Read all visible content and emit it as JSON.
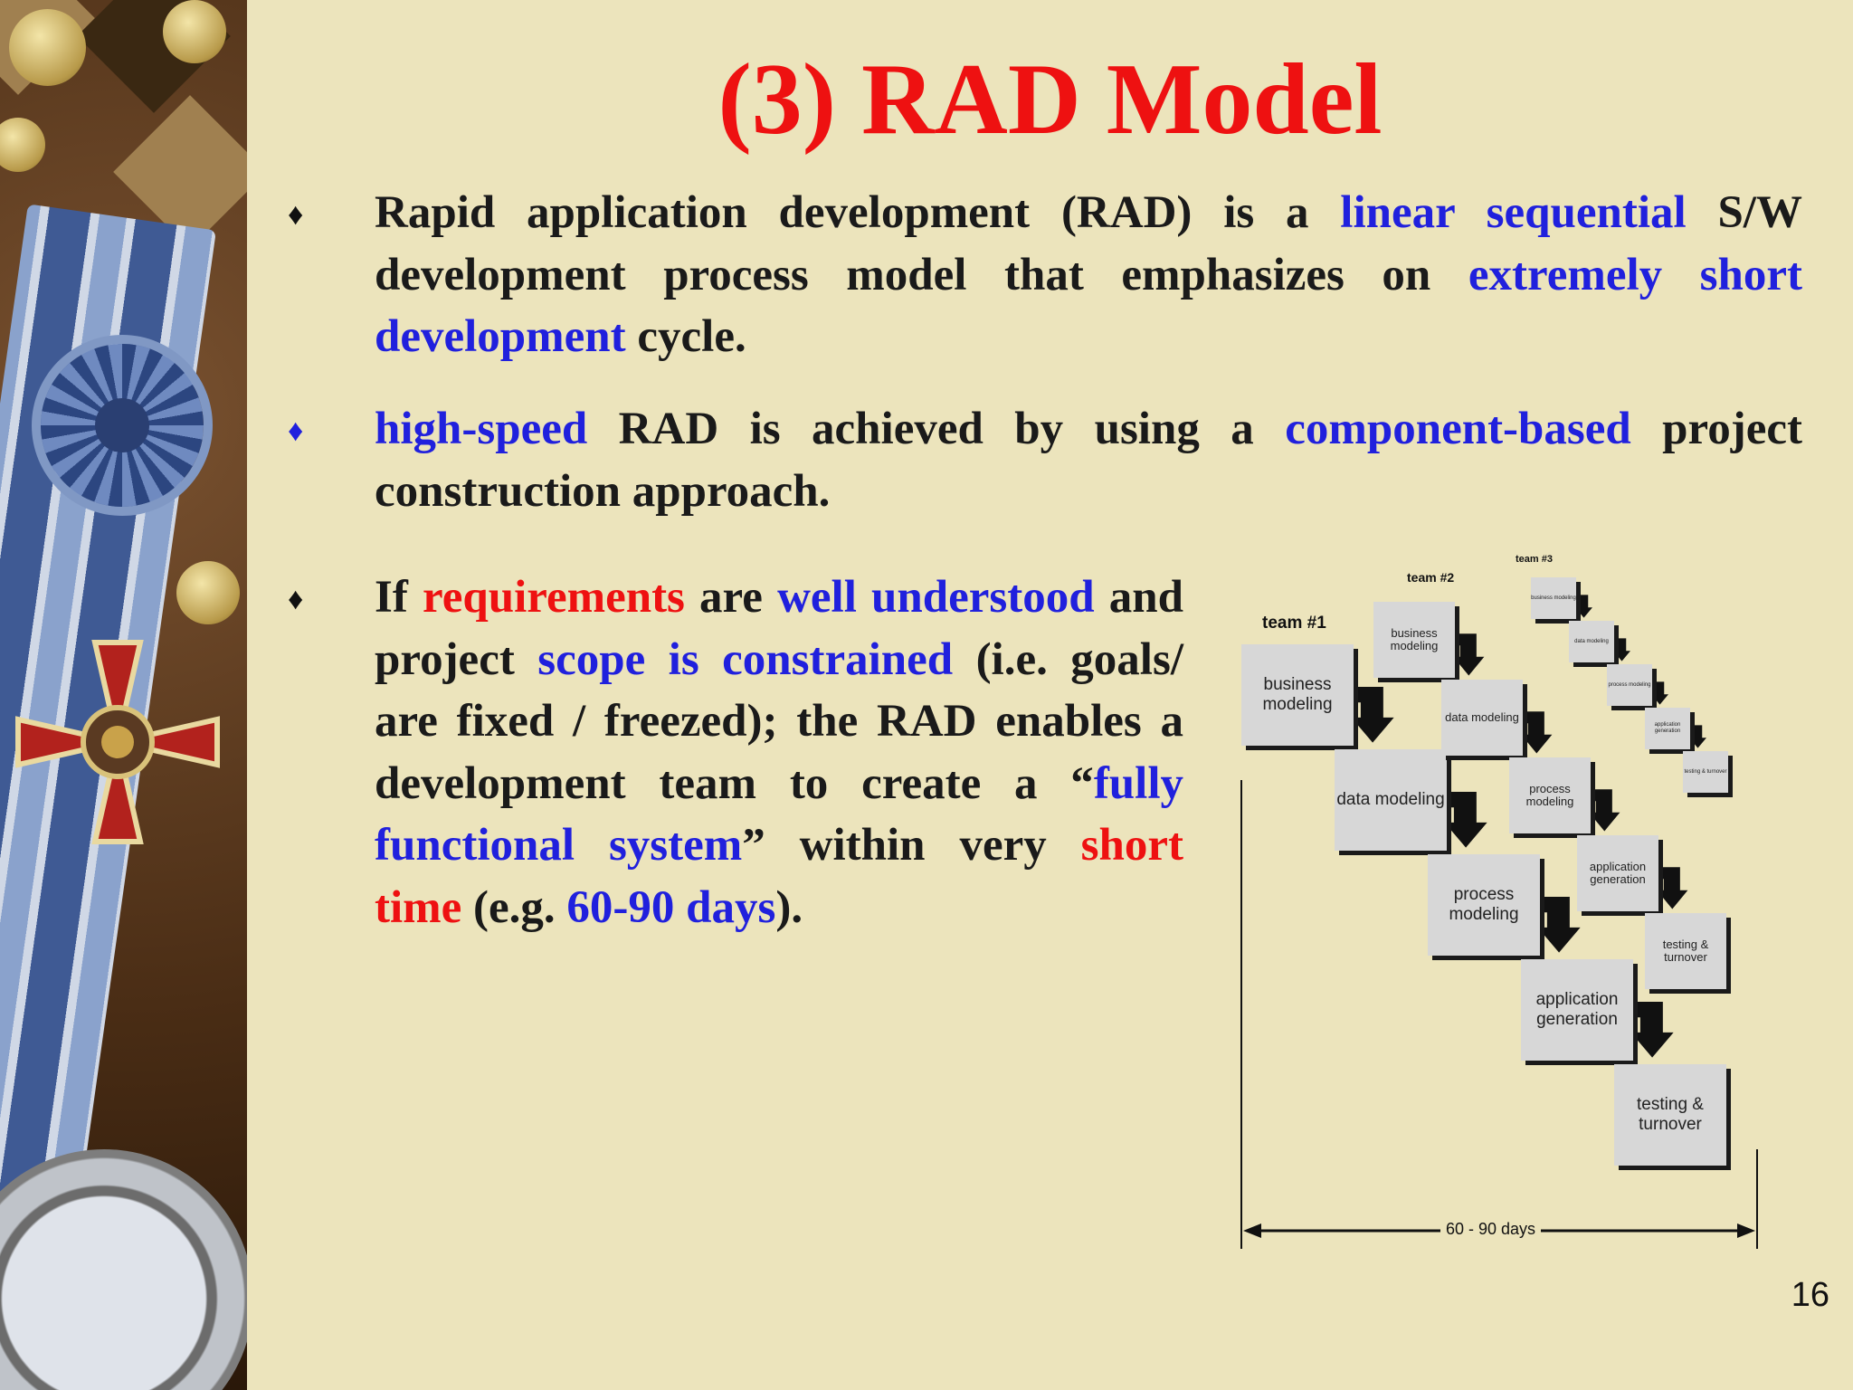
{
  "slide": {
    "title": "(3) RAD Model",
    "page_number": "16"
  },
  "bullets": [
    {
      "mark": "♦",
      "parts": [
        {
          "text": "Rapid application development (RAD) is a ",
          "color": "#1a1a1a"
        },
        {
          "text": "linear sequential",
          "color": "#2020dd"
        },
        {
          "text": " S/W development process model that emphasizes on ",
          "color": "#1a1a1a"
        },
        {
          "text": "extremely short development",
          "color": "#2020dd"
        },
        {
          "text": " cycle.",
          "color": "#1a1a1a"
        }
      ]
    },
    {
      "mark": "♦",
      "parts": [
        {
          "text": "high-speed",
          "color": "#2020dd"
        },
        {
          "text": " RAD is achieved by using a ",
          "color": "#1a1a1a"
        },
        {
          "text": "component-based",
          "color": "#2020dd"
        },
        {
          "text": " project construction approach.",
          "color": "#1a1a1a"
        }
      ]
    },
    {
      "mark": "♦",
      "parts": [
        {
          "text": "If ",
          "color": "#1a1a1a"
        },
        {
          "text": "requirements",
          "color": "#ee1111"
        },
        {
          "text": " are ",
          "color": "#1a1a1a"
        },
        {
          "text": "well understood",
          "color": "#2020dd"
        },
        {
          "text": " and project ",
          "color": "#1a1a1a"
        },
        {
          "text": "scope is constrained",
          "color": "#2020dd"
        },
        {
          "text": " (i.e. goals/ are fixed / freezed); the RAD enables a development team to create a “",
          "color": "#1a1a1a"
        },
        {
          "text": "fully functional system",
          "color": "#2020dd"
        },
        {
          "text": "” within very ",
          "color": "#1a1a1a"
        },
        {
          "text": "short time",
          "color": "#ee1111"
        },
        {
          "text": " (e.g. ",
          "color": "#1a1a1a"
        },
        {
          "text": "60-90 days",
          "color": "#2020dd"
        },
        {
          "text": ").",
          "color": "#1a1a1a"
        }
      ]
    }
  ],
  "diagram": {
    "teams": [
      {
        "label": "team #1",
        "phases": [
          "business modeling",
          "data modeling",
          "process modeling",
          "application generation",
          "testing & turnover"
        ]
      },
      {
        "label": "team #2",
        "phases": [
          "business modeling",
          "data modeling",
          "process modeling",
          "application generation",
          "testing & turnover"
        ]
      },
      {
        "label": "team #3",
        "phases": [
          "business modeling",
          "data modeling",
          "process modeling",
          "application generation",
          "testing & turnover"
        ]
      }
    ],
    "duration_label": "60 - 90 days"
  },
  "colors": {
    "title": "#ee1111",
    "highlight_blue": "#2020dd",
    "highlight_red": "#ee1111",
    "background": "#ece4bc"
  }
}
